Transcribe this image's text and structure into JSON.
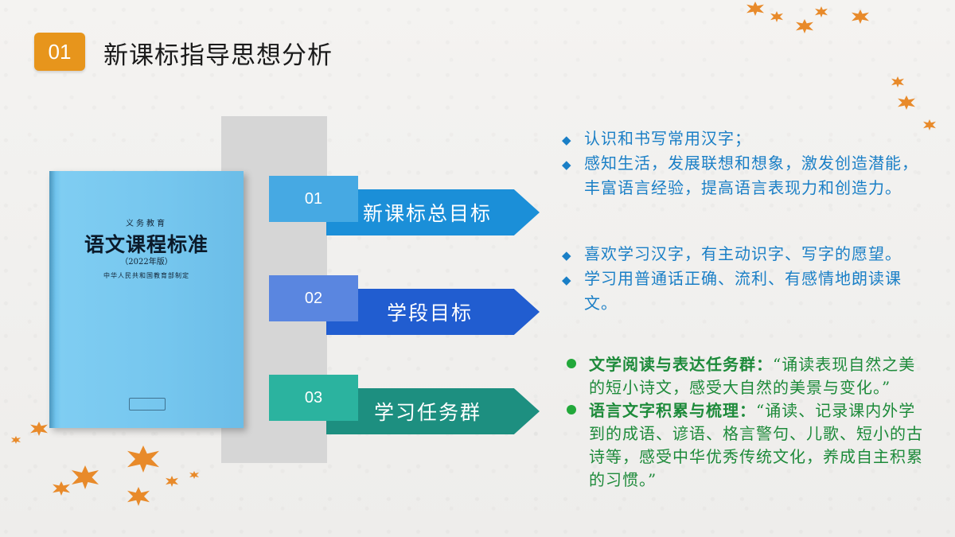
{
  "header": {
    "badge": "01",
    "title": "新课标指导思想分析"
  },
  "book": {
    "small": "义务教育",
    "title": "语文课程标准",
    "edition": "（2022年版）",
    "org": "中华人民共和国教育部制定"
  },
  "items": [
    {
      "num": "01",
      "label": "新课标总目标"
    },
    {
      "num": "02",
      "label": "学段目标"
    },
    {
      "num": "03",
      "label": "学习任务群"
    }
  ],
  "goals_overall": [
    "认识和书写常用汉字；",
    "感知生活，发展联想和想象，激发创造潜能，丰富语言经验，提高语言表现力和创造力。"
  ],
  "goals_stage": [
    "喜欢学习汉字，有主动识字、写字的愿望。",
    "学习用普通话正确、流利、有感情地朗读课文。"
  ],
  "tasks": [
    {
      "head": "文学阅读与表达任务群：",
      "body": "“诵读表现自然之美的短小诗文，感受大自然的美景与变化。”"
    },
    {
      "head": "语言文字积累与梳理：",
      "body": "“诵读、记录课内外学到的成语、谚语、格言警句、儿歌、短小的古诗等，感受中华优秀传统文化，养成自主积累的习惯。”"
    }
  ],
  "colors": {
    "accent_orange": "#e7951c",
    "blue_text": "#1a7fc6",
    "green_text": "#1d8a3a"
  },
  "icons": [
    "diamond-bullet-icon",
    "dot-bullet-icon",
    "maple-leaf-icon"
  ]
}
